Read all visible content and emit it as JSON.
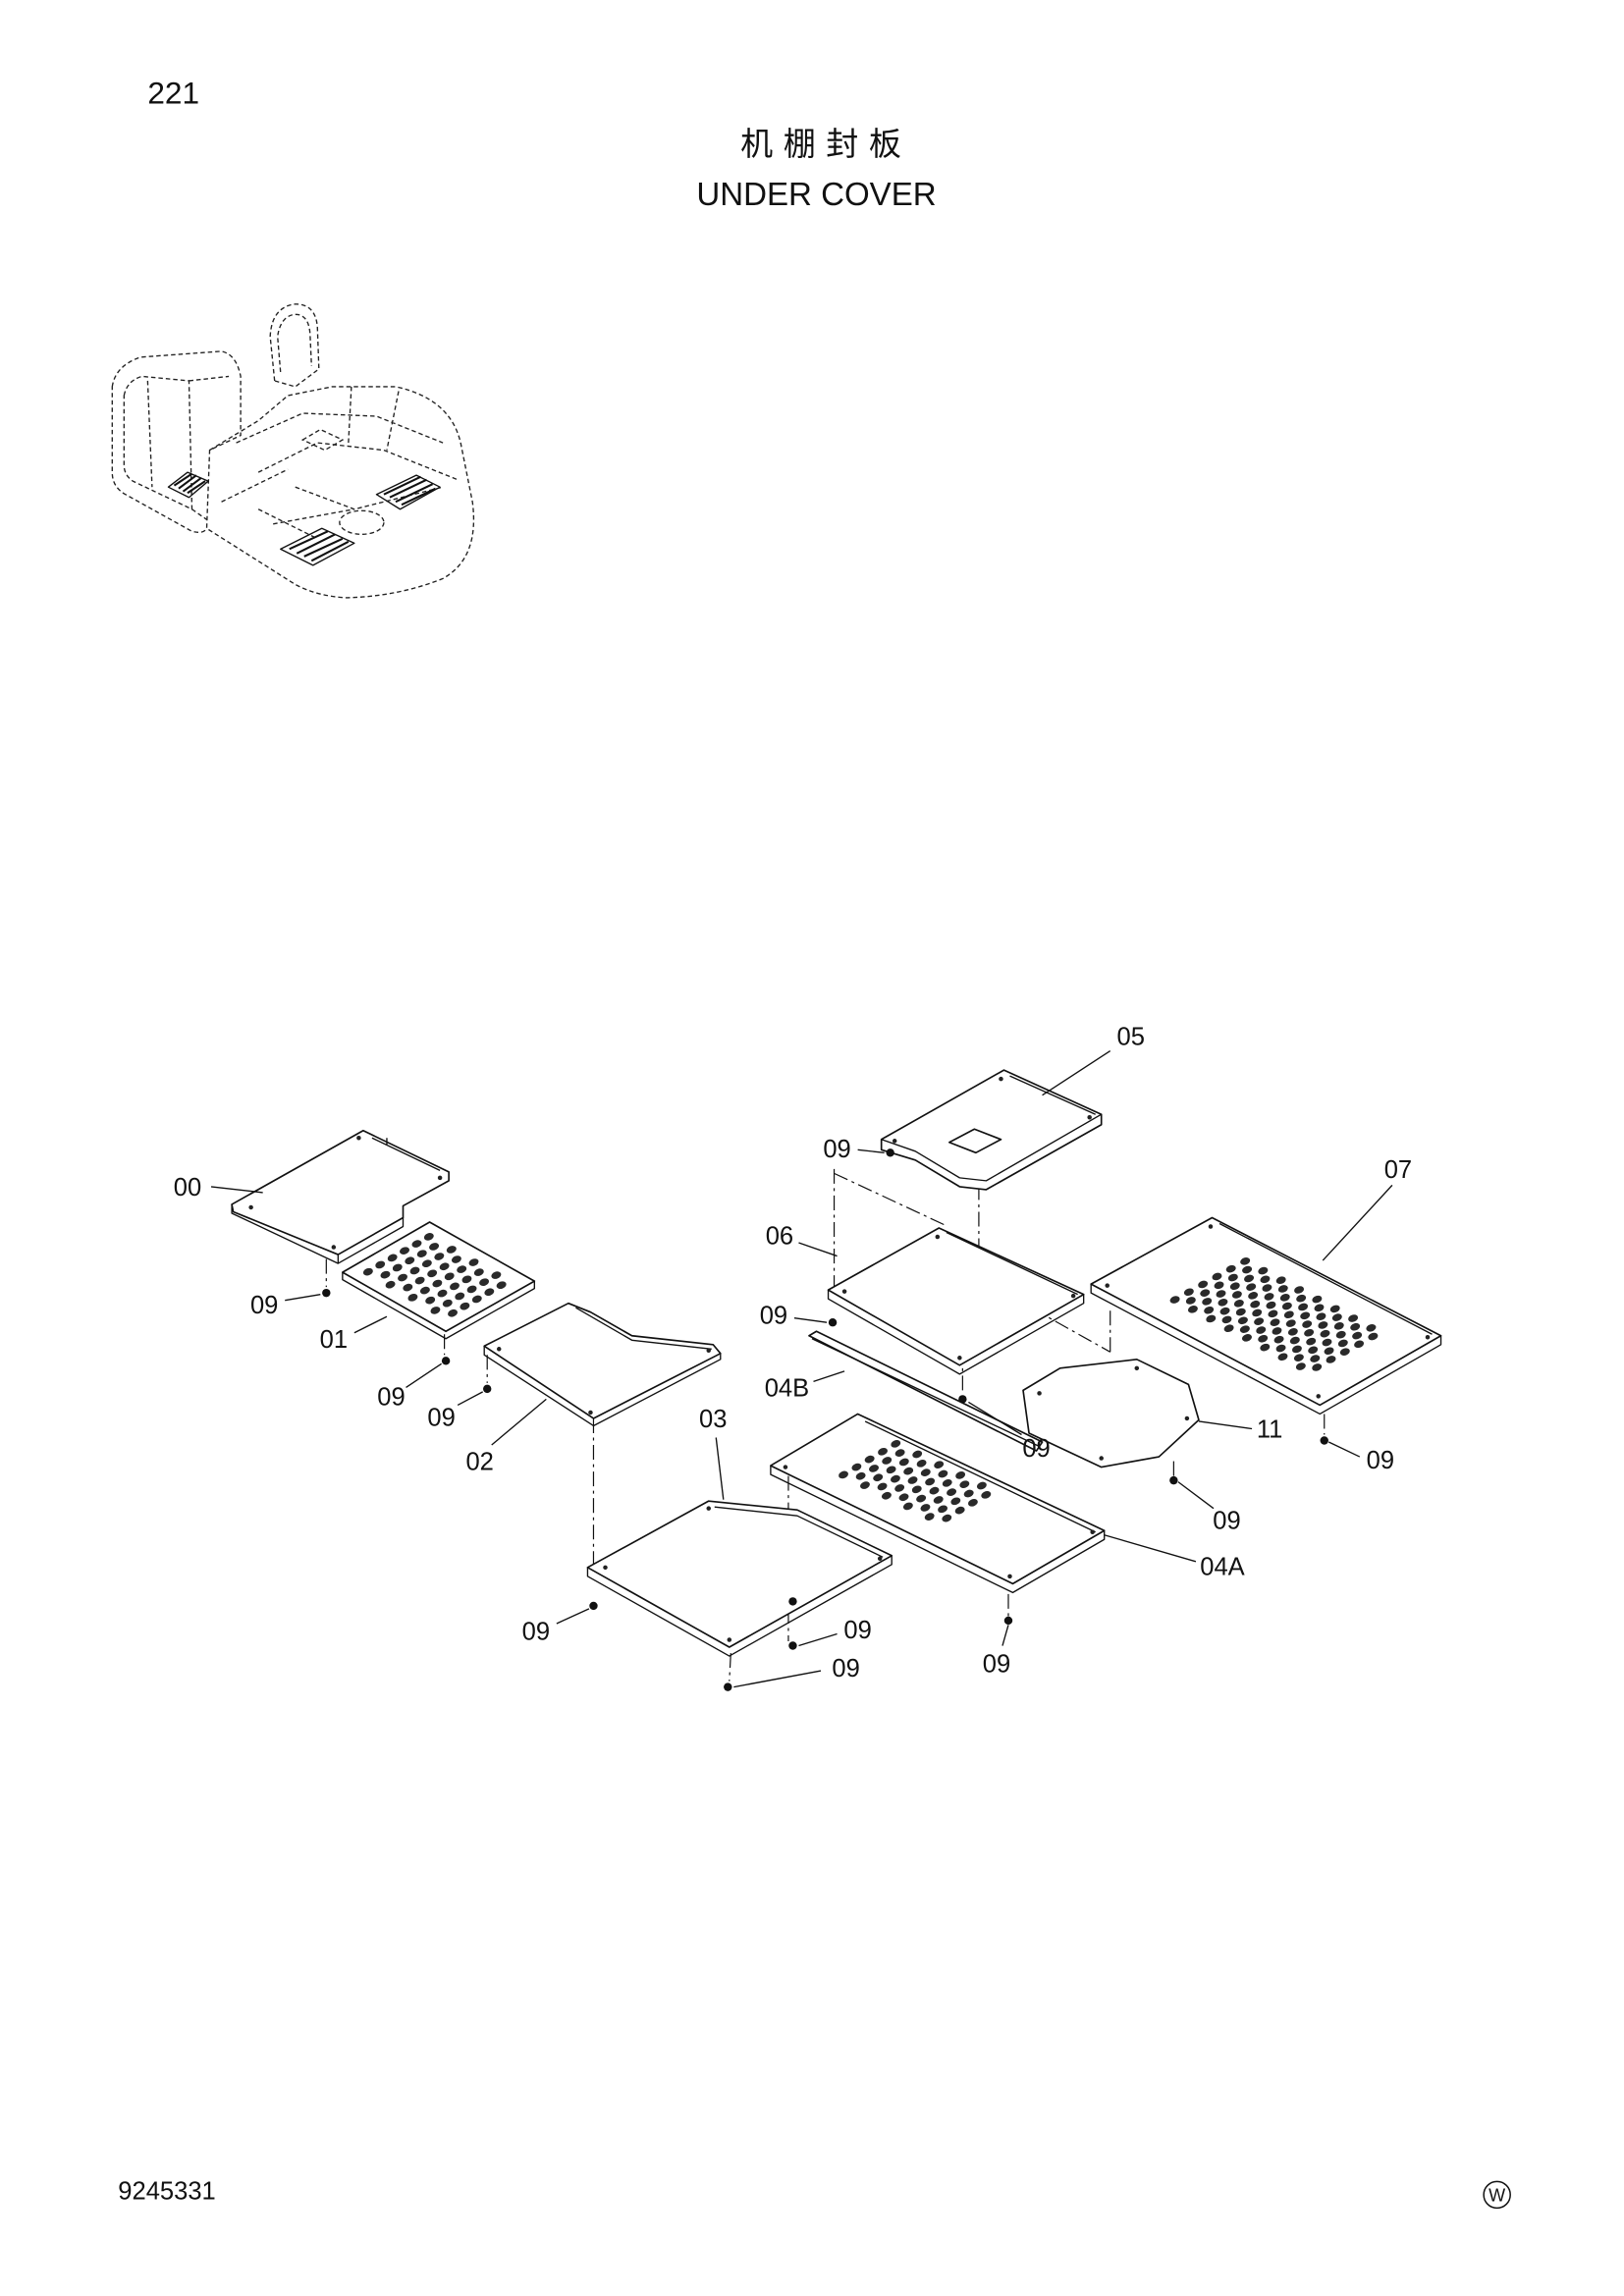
{
  "page": {
    "number": "221"
  },
  "title": {
    "chinese": "机 棚 封 板",
    "english": "UNDER COVER"
  },
  "diagram": {
    "callouts": [
      "05",
      "09",
      "07",
      "00",
      "06",
      "09",
      "09",
      "01",
      "04B",
      "09",
      "09",
      "03",
      "11",
      "09",
      "02",
      "09",
      "09",
      "04A",
      "09",
      "09",
      "09",
      "09"
    ]
  },
  "footer": {
    "drawing_number": "9245331",
    "mark": "W"
  },
  "colors": {
    "ink": "#111111",
    "paper": "#ffffff"
  }
}
